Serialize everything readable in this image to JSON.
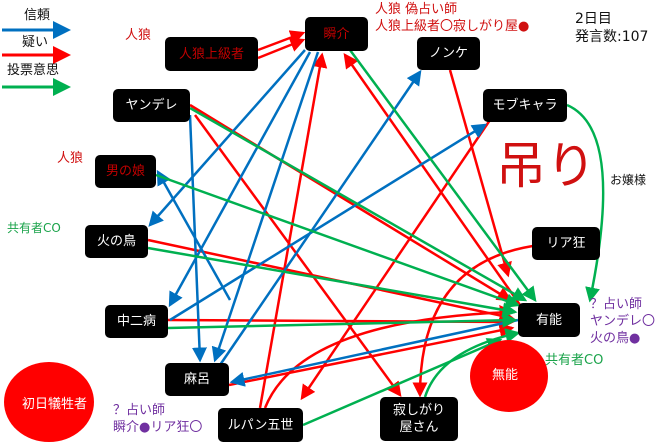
{
  "legend": {
    "trust": "信頼",
    "suspect": "疑い",
    "vote": "投票意思"
  },
  "colors": {
    "trust": "#0070c0",
    "suspect": "#ff0000",
    "vote": "#00b050"
  },
  "status": {
    "day": "2日目",
    "posts": "発言数:107"
  },
  "big_label": "吊り",
  "nodes": {
    "jinro_joukyu": "人狼上級者",
    "shunsuke": "瞬介",
    "nonke": "ノンケ",
    "yandere": "ヤンデレ",
    "mobchara": "モブキャラ",
    "otokonoko": "男の娘",
    "hinotori": "火の鳥",
    "riakyou": "リア狂",
    "chunibyo": "中二病",
    "yuunou": "有能",
    "maro": "麻呂",
    "shonichi": "初日犠牲者",
    "lupin": "ルパン五世",
    "sabishigari_1": "寂しがり",
    "sabishigari_2": "屋さん",
    "munou": "無能",
    "ojousama": "お嬢様"
  },
  "annotations": {
    "wolf_1": "人狼",
    "wolf_2": "人狼",
    "shunsuke_line1": "人狼 偽占い師",
    "shunsuke_line2": "人狼上級者〇寂しがり屋●",
    "hinotori_co": "共有者CO",
    "yuunou_line1": "？占い師",
    "yuunou_line2": "ヤンデレ〇",
    "yuunou_line3": "火の鳥●",
    "munou_co": "共有者CO",
    "shonichi_line1": "？占い師",
    "shonichi_line2": "瞬介●リア狂〇"
  }
}
